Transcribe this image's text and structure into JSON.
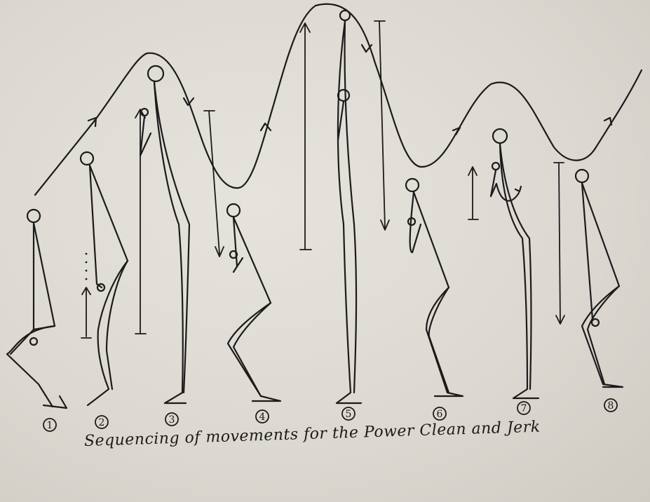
{
  "caption": "Sequencing of movements for the Power Clean and Jerk",
  "phase_labels": [
    "1",
    "2",
    "3",
    "4",
    "5",
    "6",
    "7",
    "8"
  ],
  "colors": {
    "ink": "#1b1b1b",
    "paper": "#e2dfd9"
  }
}
